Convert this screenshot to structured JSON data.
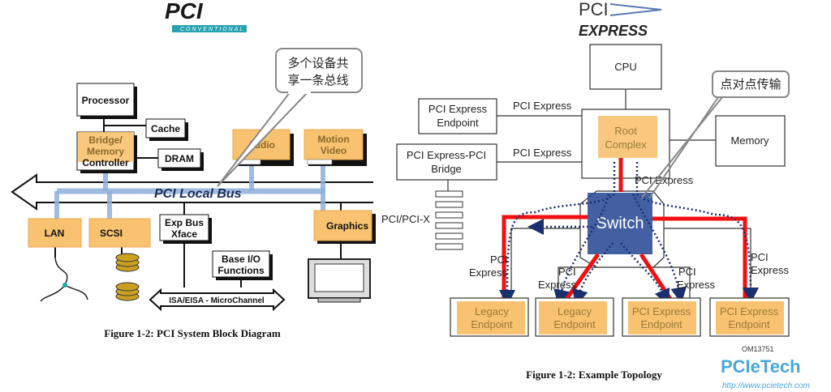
{
  "left": {
    "logo": {
      "main": "PCI",
      "sub": "CONVENTIONAL"
    },
    "callout": {
      "line1": "多个设备共",
      "line2": "享一条总线"
    },
    "blocks": {
      "processor": "Processor",
      "cache": "Cache",
      "bridge": [
        "Bridge/",
        "Memory",
        "Controller"
      ],
      "dram": "DRAM",
      "audio": "Audio",
      "motion_video": [
        "Motion",
        "Video"
      ],
      "lan": "LAN",
      "scsi": "SCSI",
      "exp_bus": [
        "Exp Bus",
        "Xface"
      ],
      "graphics": "Graphics",
      "base_io": [
        "Base I/O",
        "Functions"
      ],
      "isa_bus": "ISA/EISA - MicroChannel"
    },
    "bus_label": "PCI Local Bus",
    "caption": "Figure 1-2:  PCI System Block Diagram"
  },
  "right": {
    "logo": {
      "top": "PCI",
      "bottom": "EXPRESS"
    },
    "callout": "点对点传输",
    "blocks": {
      "cpu": "CPU",
      "pcie_endpoint": [
        "PCI Express",
        "Endpoint"
      ],
      "bridge": [
        "PCI Express-PCI",
        "Bridge"
      ],
      "root_complex": [
        "Root",
        "Complex"
      ],
      "memory": "Memory",
      "switch": "Switch",
      "pci_x": "PCI/PCI-X",
      "endpoints": [
        [
          "Legacy",
          "Endpoint"
        ],
        [
          "Legacy",
          "Endpoint"
        ],
        [
          "PCI Express",
          "Endpoint"
        ],
        [
          "PCI Express",
          "Endpoint"
        ]
      ]
    },
    "link_label": "PCI Express",
    "link_label_split": [
      "PCI",
      "Express"
    ],
    "figure_id": "OM13751",
    "caption": "Figure 1-2:  Example Topology",
    "watermark": {
      "name": "PCIeTech",
      "url": "http://www.pcietech.com"
    }
  },
  "colors": {
    "orange": "#f8c270",
    "bus_blue": "#8fb0de",
    "switch_blue": "#2f4f98",
    "red": "#f01010",
    "dotted": "#1a2f70",
    "logo_teal": "#26a2b0"
  }
}
